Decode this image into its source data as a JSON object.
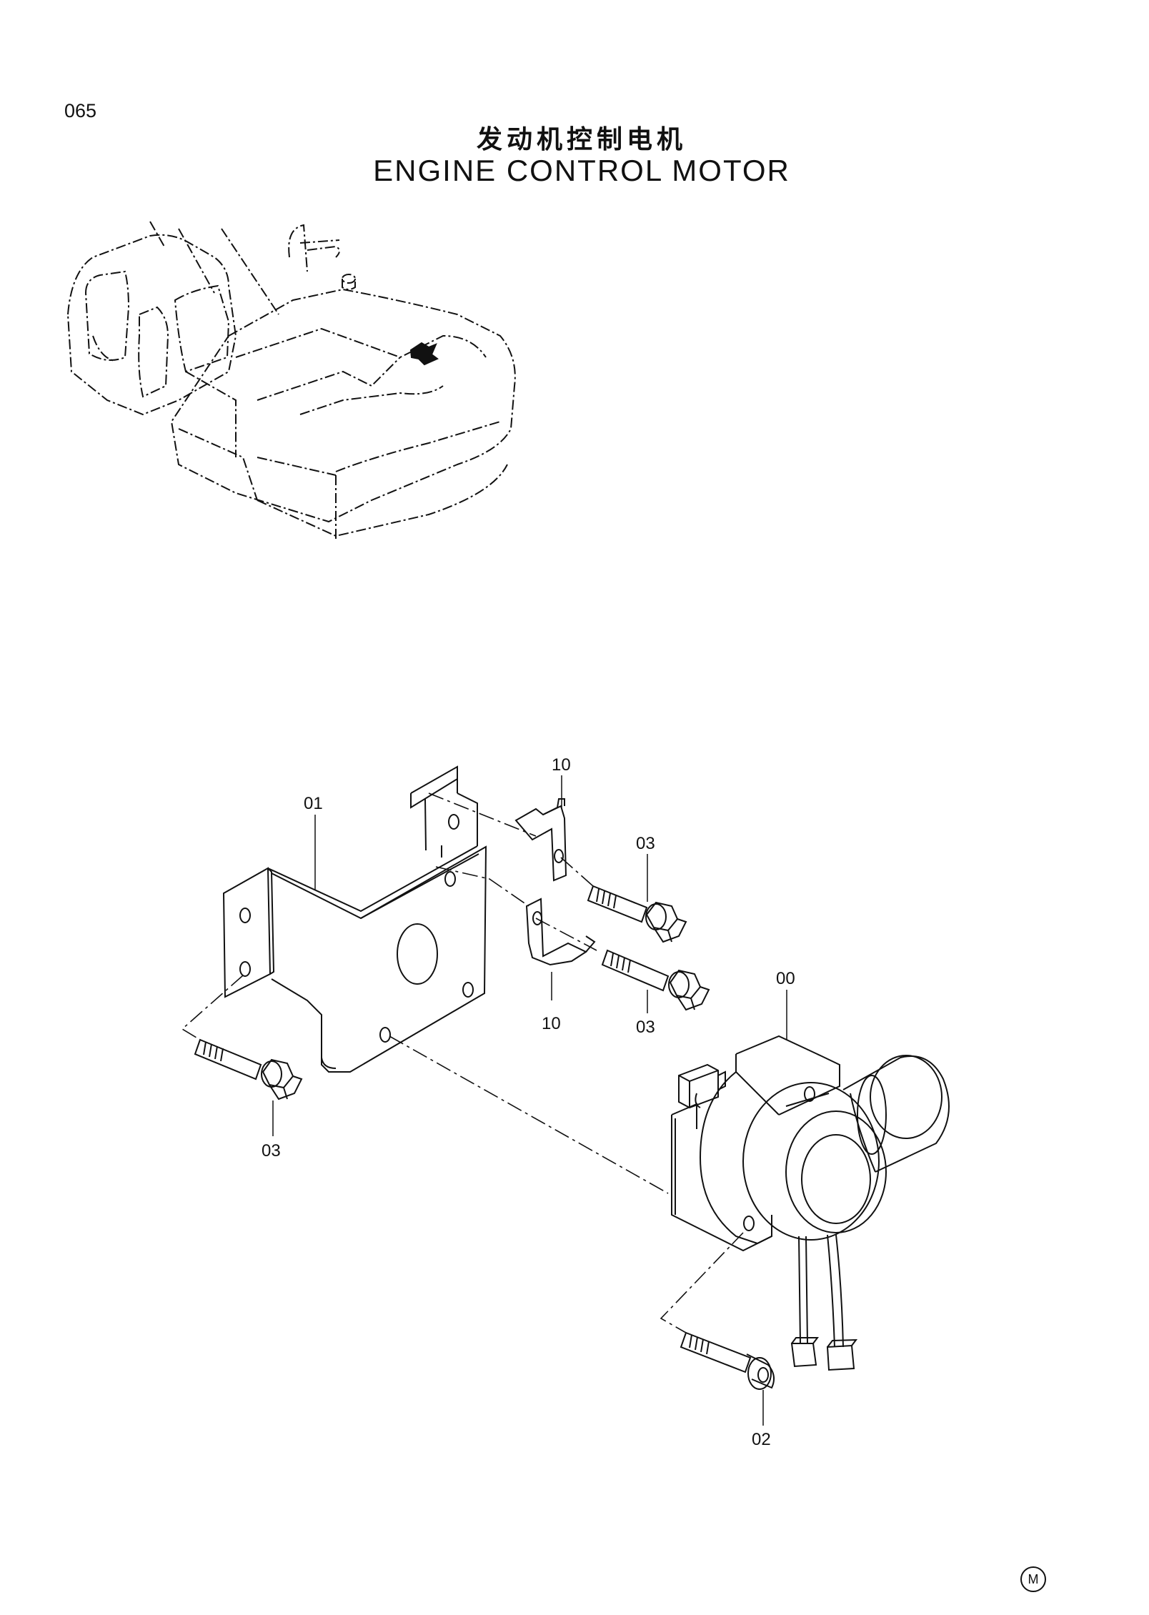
{
  "page_number": "065",
  "title_cn": "发动机控制电机",
  "title_en": "ENGINE CONTROL MOTOR",
  "callouts": {
    "bracket": "01",
    "clip_top": "10",
    "clip_bottom": "10",
    "bolt_upper": "03",
    "bolt_middle": "03",
    "bolt_left": "03",
    "motor": "00",
    "bolt_motor": "02"
  },
  "copyright_mark": "M"
}
